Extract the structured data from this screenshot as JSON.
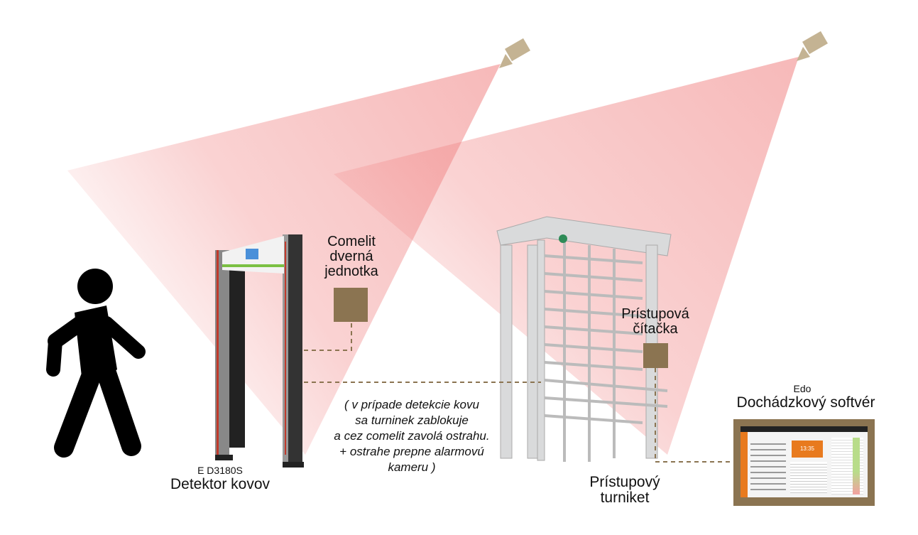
{
  "labels": {
    "comelit": [
      "Comelit",
      "dverná",
      "jednotka"
    ],
    "detector_model": "E D3180S",
    "detector_name": "Detektor kovov",
    "reader": [
      "Prístupová",
      "čítačka"
    ],
    "turnstile": [
      "Prístupový",
      "turniket"
    ],
    "software_brand": "Edo",
    "software_name": "Dochádzkový softvér"
  },
  "note": [
    "( v prípade detekcie kovu",
    "sa turninek zablokuje",
    "a cez comelit zavolá ostrahu.",
    "+ ostrahe prepne alarmovú",
    "kameru )"
  ],
  "screen": {
    "clock": "13:35"
  },
  "colors": {
    "device_box": "#8b7451",
    "camera": "#c4b393",
    "cone": "#f08080",
    "accent": "#e87a1e"
  }
}
